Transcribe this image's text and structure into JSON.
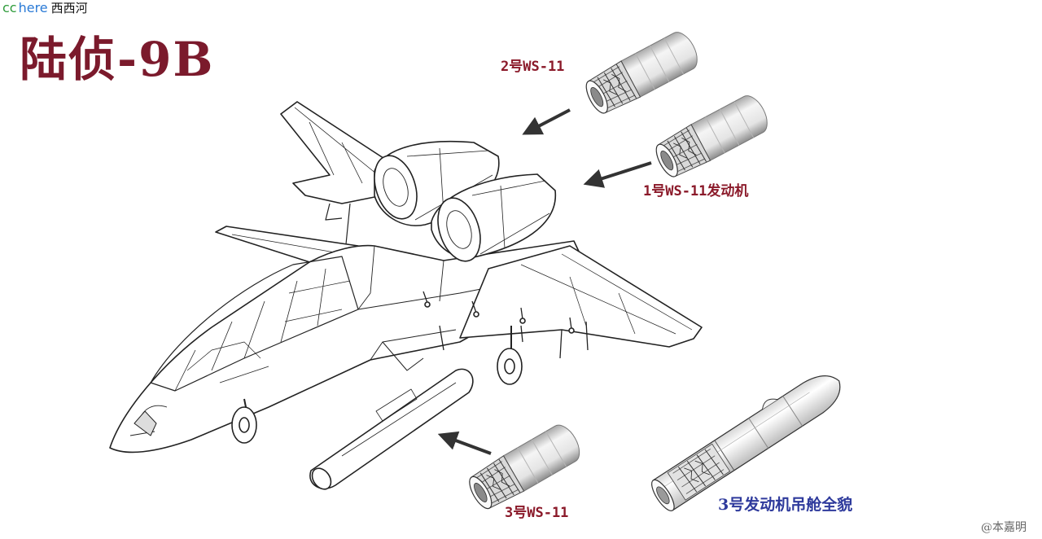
{
  "logo": {
    "cc": "cc",
    "here": "here",
    "name": "西西河"
  },
  "title": "陆侦-9B",
  "labels": {
    "engine2": "2号WS-11",
    "engine1": "1号WS-11发动机",
    "engine3": "3号WS-11",
    "pod": "3号发动机吊舱全貌"
  },
  "credit": "@本嘉明",
  "colors": {
    "title": "#7b1a2c",
    "engine_labels": "#8b1a2a",
    "pod_label": "#2e3a9c",
    "logo_cc": "#2e9b3a",
    "logo_here": "#2a7ad6",
    "credit": "#666666"
  }
}
